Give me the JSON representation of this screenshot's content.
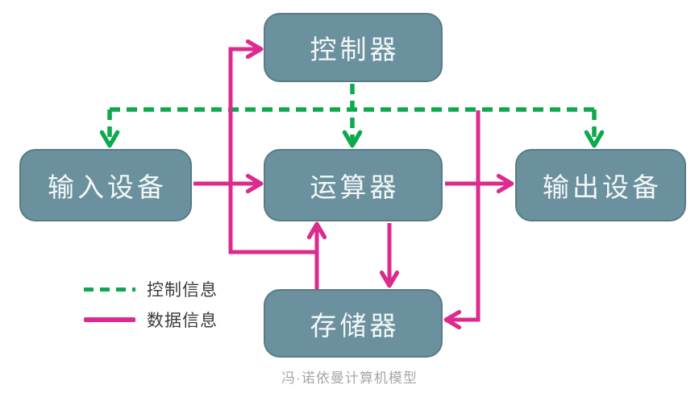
{
  "diagram": {
    "caption": "冯·诺依曼计算机模型",
    "nodes": {
      "controller": {
        "label": "控制器"
      },
      "input_device": {
        "label": "输入设备"
      },
      "alu": {
        "label": "运算器"
      },
      "output_device": {
        "label": "输出设备"
      },
      "memory": {
        "label": "存储器"
      }
    },
    "edges": [
      {
        "name": "edge-input-to-alu",
        "from": "input_device",
        "to": "alu",
        "type": "data"
      },
      {
        "name": "edge-alu-to-output",
        "from": "alu",
        "to": "output_device",
        "type": "data"
      },
      {
        "name": "edge-alu-to-memory",
        "from": "alu",
        "to": "memory",
        "type": "data"
      },
      {
        "name": "edge-memory-to-alu",
        "from": "memory",
        "to": "alu",
        "type": "data"
      },
      {
        "name": "edge-memory-to-controller",
        "from": "memory",
        "to": "controller",
        "type": "data"
      },
      {
        "name": "edge-bus-to-memory",
        "from": "control-line-junction",
        "to": "memory",
        "type": "data"
      },
      {
        "name": "edge-controller-to-alu",
        "from": "controller",
        "to": "alu",
        "type": "control"
      },
      {
        "name": "edge-controller-to-input",
        "from": "controller",
        "to": "input_device",
        "type": "control"
      },
      {
        "name": "edge-controller-to-output",
        "from": "controller",
        "to": "output_device",
        "type": "control"
      }
    ],
    "legend": [
      {
        "label": "控制信息",
        "line_style": "dashed",
        "color": "#0caa4d"
      },
      {
        "label": "数据信息",
        "line_style": "solid",
        "color": "#dd2a8e"
      }
    ],
    "colors": {
      "node_fill": "#6b919e",
      "node_border": "#597b87",
      "node_text": "#f4f7f8",
      "control_line": "#0caa4d",
      "data_line": "#dd2a8e",
      "caption_text": "#a6a6a6"
    }
  }
}
